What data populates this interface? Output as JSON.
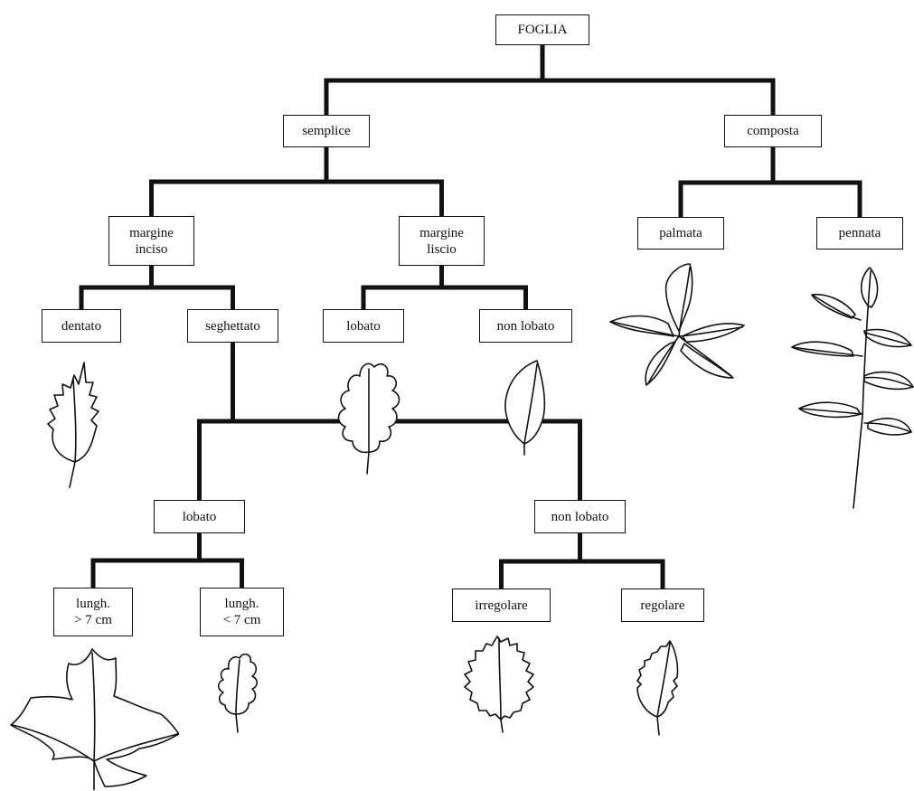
{
  "diagram": {
    "line_color": "#111111",
    "nodes": {
      "foglia": "FOGLIA",
      "semplice": "semplice",
      "composta": "composta",
      "margine_inciso": "margine\ninciso",
      "margine_liscio": "margine\nliscio",
      "palmata": "palmata",
      "pennata": "pennata",
      "dentato": "dentato",
      "seghettato": "seghettato",
      "lobato_1": "lobato",
      "non_lobato_1": "non lobato",
      "lobato_2": "lobato",
      "non_lobato_2": "non lobato",
      "lungh_gt": "lungh.\n> 7 cm",
      "lungh_lt": "lungh.\n< 7 cm",
      "irregolare": "irregolare",
      "regolare": "regolare"
    },
    "edges": [
      [
        "foglia",
        "semplice"
      ],
      [
        "foglia",
        "composta"
      ],
      [
        "semplice",
        "margine_inciso"
      ],
      [
        "semplice",
        "margine_liscio"
      ],
      [
        "composta",
        "palmata"
      ],
      [
        "composta",
        "pennata"
      ],
      [
        "margine_inciso",
        "dentato"
      ],
      [
        "margine_inciso",
        "seghettato"
      ],
      [
        "margine_liscio",
        "lobato_1"
      ],
      [
        "margine_liscio",
        "non_lobato_1"
      ],
      [
        "seghettato",
        "lobato_2"
      ],
      [
        "seghettato",
        "non_lobato_2"
      ],
      [
        "lobato_2",
        "lungh_gt"
      ],
      [
        "lobato_2",
        "lungh_lt"
      ],
      [
        "non_lobato_2",
        "irregolare"
      ],
      [
        "non_lobato_2",
        "regolare"
      ]
    ],
    "leaf_illustrations": [
      "dentate-leaf-icon",
      "lobed-leaf-icon",
      "entire-leaf-icon",
      "palmate-leaf-icon",
      "pinnate-leaf-icon",
      "large-lobed-leaf-icon",
      "small-lobed-leaf-icon",
      "irregular-serrate-leaf-icon",
      "regular-serrate-leaf-icon"
    ]
  }
}
